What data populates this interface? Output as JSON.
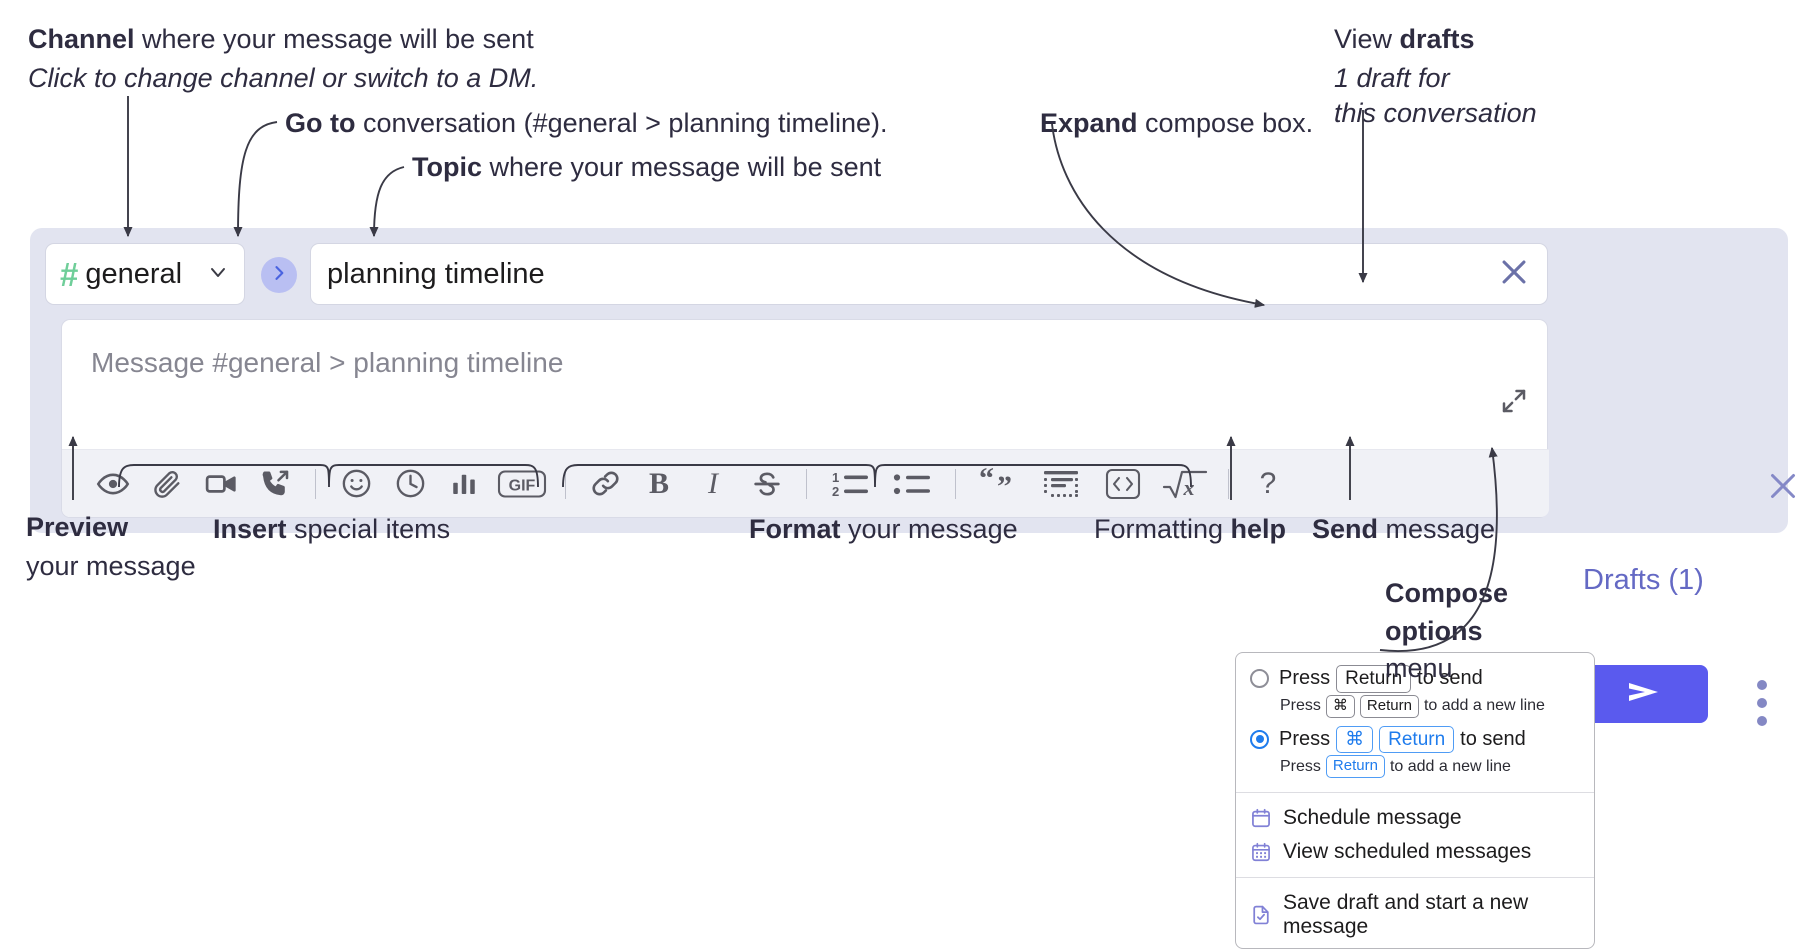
{
  "annotations": {
    "channel": {
      "bold": "Channel",
      "rest": " where your message will be sent",
      "italic": "Click to change channel or switch to a DM."
    },
    "goto": {
      "bold": "Go to",
      "rest": " conversation (#general > planning timeline)."
    },
    "topic": {
      "bold": "Topic",
      "rest": " where your message will be sent"
    },
    "expand": {
      "bold": "Expand",
      "rest": " compose box."
    },
    "drafts": {
      "pre": "View ",
      "bold": "drafts",
      "italic1": "1 draft for",
      "italic2": "this conversation"
    },
    "preview": {
      "bold": "Preview",
      "rest": "your message"
    },
    "insert": {
      "bold": "Insert",
      "rest": " special items"
    },
    "format": {
      "bold": "Format",
      "rest": " your message"
    },
    "help": {
      "pre": "Formatting ",
      "bold": "help"
    },
    "send": {
      "bold": "Send",
      "rest": " message"
    },
    "compose_options": {
      "bold1": "Compose",
      "bold2": "options",
      "rest": "menu"
    }
  },
  "compose": {
    "channel_name": "general",
    "channel_hash": "#",
    "goto_icon": "chevron-right-icon",
    "topic_value": "planning timeline",
    "topic_clear_icon": "close-icon",
    "message_placeholder": "Message #general > planning timeline",
    "expand_icon": "expand-diagonal-icon",
    "panel_close_icon": "close-icon",
    "drafts_label": "Drafts (1)",
    "send_icon": "send-paper-plane-icon",
    "overflow_icon": "kebab-vertical-icon",
    "toolbar": [
      {
        "name": "preview-icon",
        "label": "Preview"
      },
      {
        "name": "attachment-paperclip-icon",
        "label": "Attach file"
      },
      {
        "name": "video-camera-icon",
        "label": "Video clip"
      },
      {
        "name": "audio-call-icon",
        "label": "Audio clip"
      },
      {
        "name": "separator",
        "label": ""
      },
      {
        "name": "emoji-smiley-icon",
        "label": "Emoji"
      },
      {
        "name": "clock-icon",
        "label": "Reminder"
      },
      {
        "name": "poll-bar-chart-icon",
        "label": "Poll"
      },
      {
        "name": "gif-icon",
        "label": "GIF"
      },
      {
        "name": "separator",
        "label": ""
      },
      {
        "name": "link-icon",
        "label": "Link"
      },
      {
        "name": "bold-icon",
        "label": "Bold"
      },
      {
        "name": "italic-icon",
        "label": "Italic"
      },
      {
        "name": "strikethrough-icon",
        "label": "Strikethrough"
      },
      {
        "name": "separator",
        "label": ""
      },
      {
        "name": "ordered-list-icon",
        "label": "Ordered list"
      },
      {
        "name": "bulleted-list-icon",
        "label": "Bulleted list"
      },
      {
        "name": "separator",
        "label": ""
      },
      {
        "name": "blockquote-icon",
        "label": "Blockquote"
      },
      {
        "name": "code-block-icon",
        "label": "Code block"
      },
      {
        "name": "inline-code-icon",
        "label": "Code"
      },
      {
        "name": "math-icon",
        "label": "Math"
      },
      {
        "name": "separator",
        "label": ""
      },
      {
        "name": "help-question-icon",
        "label": "Formatting help"
      }
    ],
    "gif_label": "GIF",
    "bold_label": "B",
    "italic_label": "I",
    "strike_label": "S",
    "help_label": "?"
  },
  "menu": {
    "options": [
      {
        "selected": false,
        "main_pre": "Press",
        "main_keys": [
          "Return"
        ],
        "main_post": "to send",
        "sub_pre": "Press",
        "sub_keys": [
          "⌘",
          "Return"
        ],
        "sub_post": "to add a new line"
      },
      {
        "selected": true,
        "main_pre": "Press",
        "main_keys": [
          "⌘",
          "Return"
        ],
        "main_post": "to send",
        "sub_pre": "Press",
        "sub_keys": [
          "Return"
        ],
        "sub_post": "to add a new line"
      }
    ],
    "items": [
      {
        "icon": "calendar-schedule-icon",
        "label": "Schedule message"
      },
      {
        "icon": "calendar-grid-icon",
        "label": "View scheduled messages"
      },
      {
        "icon": "save-draft-file-icon",
        "label": "Save draft and start a new message"
      }
    ]
  },
  "colors": {
    "panel_bg": "#e2e4f0",
    "accent_send": "#5a5aee",
    "hash_green": "#6fce99",
    "drafts_link": "#6469c4",
    "goto_circle": "#b9bff2",
    "key_blue": "#1f7ced",
    "menu_icon": "#8181d6"
  }
}
